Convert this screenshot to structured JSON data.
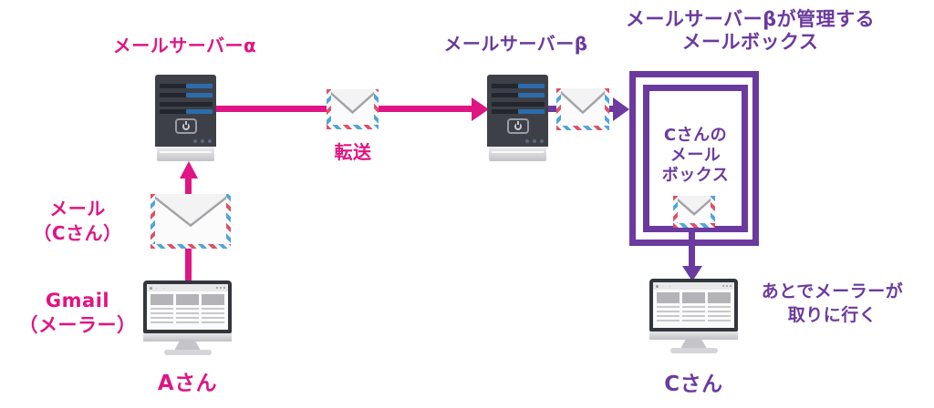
{
  "colors": {
    "pink": "#df1583",
    "purple": "#6b3a9e",
    "server_body": "#3d4147",
    "server_blue": "#2d6cac",
    "monitor_bezel": "#33363c",
    "envelope_red": "#dd5066",
    "envelope_blue": "#4fa6da"
  },
  "labels": {
    "server_alpha": "メールサーバーα",
    "server_beta": "メールサーバーβ",
    "mailbox_title_line1": "メールサーバーβが管理する",
    "mailbox_title_line2": "メールボックス",
    "transfer": "転送",
    "mail_from_line1": "メール",
    "mail_from_line2": "（Cさん）",
    "mailer_line1": "Gmail",
    "mailer_line2": "（メーラー）",
    "person_a": "Aさん",
    "person_c": "Cさん",
    "mailbox_line1": "Cさんの",
    "mailbox_line2": "メール",
    "mailbox_line3": "ボックス",
    "note_line1": "あとでメーラーが",
    "note_line2": "取りに行く"
  }
}
